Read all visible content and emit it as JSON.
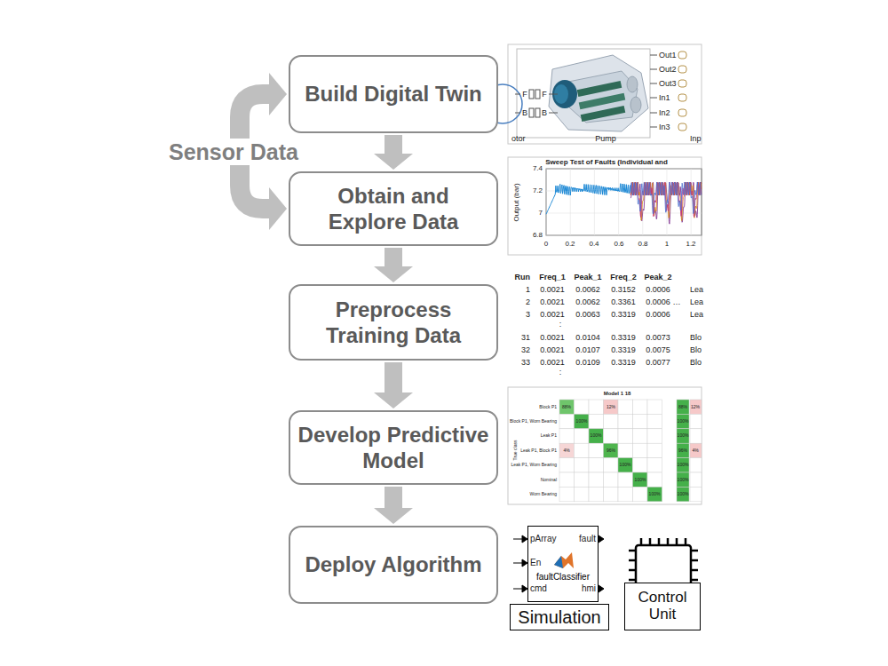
{
  "diagram": {
    "nodes": [
      {
        "text": [
          "Build Digital Twin"
        ]
      },
      {
        "text": [
          "Obtain and Explore Data"
        ]
      },
      {
        "text": [
          "Preprocess Training Data"
        ]
      },
      {
        "text": [
          "Develop Predictive Model"
        ]
      },
      {
        "text": [
          "Deploy Algorithm"
        ]
      },
      {
        "text": [
          "faultClassifier"
        ]
      },
      {
        "text": [
          "Simulation"
        ]
      },
      {
        "text": [
          "Control Unit"
        ]
      }
    ],
    "edges": [
      {
        "from": 0,
        "to": 1,
        "arrow": "to"
      },
      {
        "from": 1,
        "to": 2,
        "arrow": "to"
      },
      {
        "from": 2,
        "to": 3,
        "arrow": "to"
      },
      {
        "from": 3,
        "to": 4,
        "arrow": "to"
      },
      {
        "from": 1,
        "to": 0,
        "arrow": "both",
        "label": "Sensor Data"
      }
    ],
    "labels": [
      "Out1",
      "Out2",
      "Out3",
      "In1",
      "In2",
      "In3",
      "F",
      "F",
      "B",
      "B",
      "otor",
      "Pump",
      "Inp",
      "Sweep Test of Faults (Individual and",
      "Output (bar)",
      "7.4",
      "7.2",
      "7",
      "6.8",
      "0",
      "0.2",
      "0.4",
      "0.6",
      "0.8",
      "1",
      "1.2",
      "Run",
      "Freq_1",
      "Peak_1",
      "Freq_2",
      "Peak_2",
      "1",
      "0.0021",
      "0.0062",
      "0.3152",
      "0.0006",
      "Lea",
      "2",
      "0.0021",
      "0.0062",
      "0.3361",
      "0.0006",
      "…",
      "Lea",
      "3",
      "0.0021",
      "0.0063",
      "0.3319",
      "0.0006",
      "Lea",
      ":",
      "31",
      "0.0021",
      "0.0104",
      "0.3319",
      "0.0073",
      "Blo",
      "32",
      "0.0021",
      "0.0107",
      "0.3319",
      "0.0075",
      "Blo",
      "33",
      "0.0021",
      "0.0109",
      "0.3319",
      "0.0077",
      "Blo",
      ":",
      "Model 1 18",
      "Block P1",
      "Block P1, Worn Bearing",
      "Leak P1",
      "Leak P1, Block P1",
      "Leak P1, Worn Bearing",
      "Nominal",
      "Worn Bearing",
      "True class",
      "88%",
      "12%",
      "100%",
      "100%",
      "4%",
      "96%",
      "100%",
      "100%",
      "100%",
      "88%",
      "12%",
      "100%",
      "100%",
      "96%",
      "4%",
      "100%",
      "100%",
      "100%",
      "pArray",
      "En",
      "cmd",
      "fault",
      "hmi"
    ]
  }
}
